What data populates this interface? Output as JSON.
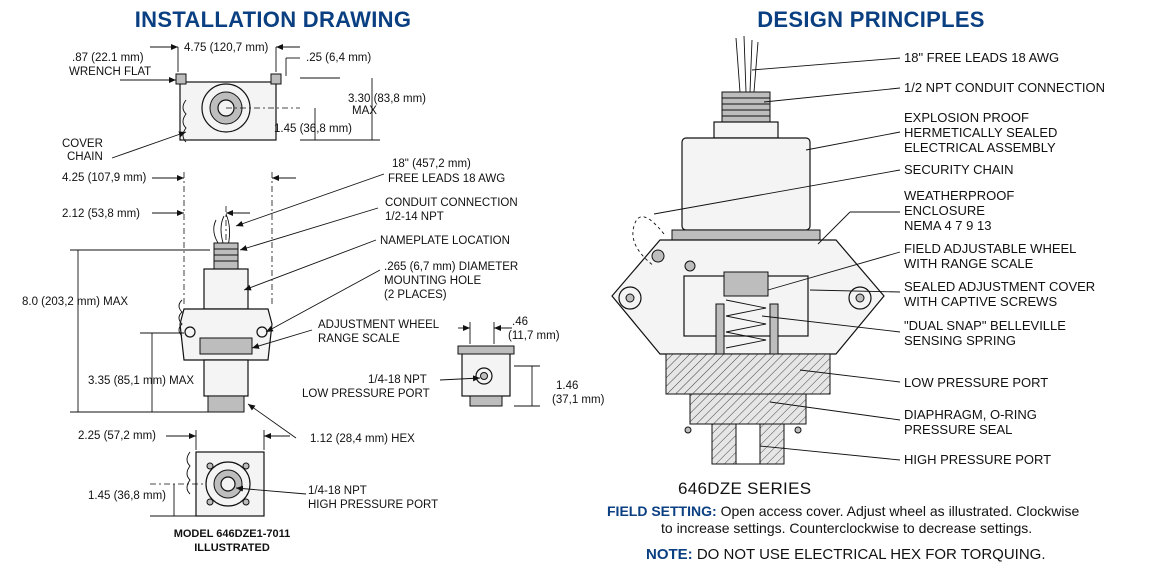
{
  "installation": {
    "title": "INSTALLATION DRAWING",
    "top_view": {
      "width": "4.75 (120,7 mm)",
      "wrench_flat_1": ".87 (22.1 mm)",
      "wrench_flat_2": "WRENCH FLAT",
      "offset": ".25 (6,4 mm)",
      "height_1": "3.30 (83,8 mm)",
      "height_2": "MAX",
      "half_depth": "1.45 (36,8 mm)",
      "cover_chain_1": "COVER",
      "cover_chain_2": "CHAIN"
    },
    "front_view": {
      "leads_1": "18\" (457,2 mm)",
      "leads_2": "FREE LEADS 18 AWG",
      "half_width": "4.25 (107,9 mm)",
      "quarter_width": "2.12 (53,8 mm)",
      "conduit_1": "CONDUIT CONNECTION",
      "conduit_2": "1/2-14 NPT",
      "nameplate": "NAMEPLATE LOCATION",
      "mount_1": ".265 (6,7 mm) DIAMETER",
      "mount_2": "MOUNTING HOLE",
      "mount_3": "(2 PLACES)",
      "overall_height": "8.0 (203,2 mm) MAX",
      "adjust_1": "ADJUSTMENT WHEEL",
      "adjust_2": "RANGE SCALE",
      "lower_height": "3.35 (85,1 mm) MAX",
      "hex": "1.12 (28,4 mm) HEX"
    },
    "side_view": {
      "dim_a_1": ".46",
      "dim_a_2": "(11,7 mm)",
      "port_1": "1/4-18 NPT",
      "port_2": "LOW PRESSURE PORT",
      "dim_b_1": "1.46",
      "dim_b_2": "(37,1 mm)"
    },
    "bottom_view": {
      "width": "2.25 (57,2 mm)",
      "depth": "1.45 (36,8 mm)",
      "port_1": "1/4-18 NPT",
      "port_2": "HIGH PRESSURE PORT"
    },
    "model_1": "MODEL 646DZE1-7011",
    "model_2": "ILLUSTRATED"
  },
  "design": {
    "title": "DESIGN PRINCIPLES",
    "callouts": [
      [
        "18\" FREE LEADS 18 AWG"
      ],
      [
        "1/2 NPT CONDUIT CONNECTION"
      ],
      [
        "EXPLOSION PROOF",
        "HERMETICALLY SEALED",
        "ELECTRICAL ASSEMBLY"
      ],
      [
        "SECURITY CHAIN"
      ],
      [
        "WEATHERPROOF",
        "ENCLOSURE",
        "NEMA 4 7 9 13"
      ],
      [
        "FIELD ADJUSTABLE WHEEL",
        "WITH RANGE SCALE"
      ],
      [
        "SEALED ADJUSTMENT COVER",
        "WITH CAPTIVE SCREWS"
      ],
      [
        "\"DUAL SNAP\"  BELLEVILLE",
        "SENSING SPRING"
      ],
      [
        "LOW PRESSURE PORT"
      ],
      [
        "DIAPHRAGM, O-RING",
        "PRESSURE SEAL"
      ],
      [
        "HIGH PRESSURE PORT"
      ]
    ],
    "series": "646DZE SERIES",
    "field_setting_label": "FIELD SETTING:",
    "field_setting_text_1": "Open access cover. Adjust wheel as illustrated. Clockwise",
    "field_setting_text_2": "to increase settings. Counterclockwise to decrease settings.",
    "note_label": "NOTE:",
    "note_text": "DO NOT USE ELECTRICAL HEX FOR TORQUING."
  },
  "colors": {
    "title": "#0a3f82",
    "ink": "#111111"
  }
}
